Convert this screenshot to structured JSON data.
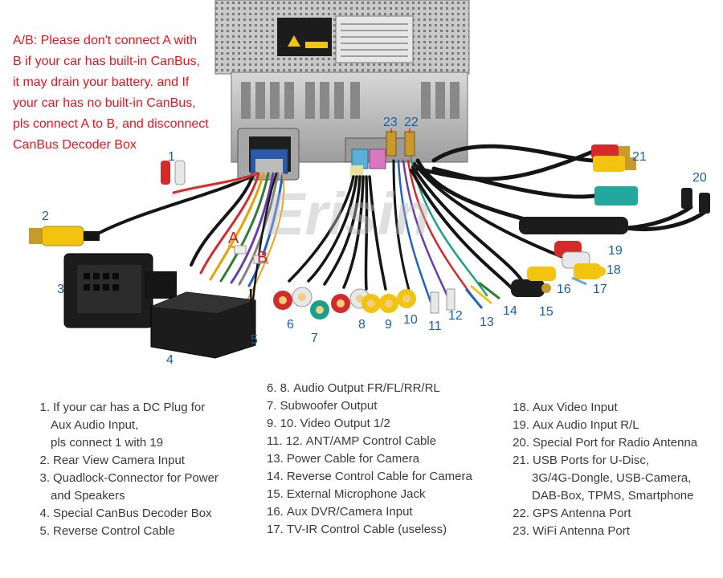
{
  "warning": {
    "lines": [
      "A/B: Please don't connect A with",
      "B if your car has built-in CanBus,",
      "it may drain your battery. and If",
      "your car has no built-in CanBus,",
      "pls connect A to B, and disconnect",
      "CanBus Decoder Box"
    ]
  },
  "watermark": "Erisin",
  "wire_labels": {
    "a": "A",
    "b": "B"
  },
  "callouts": [
    "1",
    "2",
    "3",
    "4",
    "5",
    "6",
    "7",
    "8",
    "9",
    "10",
    "11",
    "12",
    "13",
    "14",
    "15",
    "16",
    "17",
    "18",
    "19",
    "20",
    "21",
    "22",
    "23"
  ],
  "legend": {
    "col1": [
      {
        "num": "1.",
        "lines": [
          "If your car has a DC Plug for",
          "Aux Audio Input,",
          "pls connect 1 with 19"
        ]
      },
      {
        "num": "2.",
        "lines": [
          "Rear View Camera Input"
        ]
      },
      {
        "num": "3.",
        "lines": [
          "Quadlock-Connector for Power",
          "and Speakers"
        ]
      },
      {
        "num": "4.",
        "lines": [
          "Special CanBus Decoder Box"
        ]
      },
      {
        "num": "5.",
        "lines": [
          "Reverse Control Cable"
        ]
      }
    ],
    "col2": [
      {
        "num": "6. 8.",
        "lines": [
          "Audio Output FR/FL/RR/RL"
        ]
      },
      {
        "num": "7.",
        "lines": [
          "Subwoofer Output"
        ]
      },
      {
        "num": "9. 10.",
        "lines": [
          "Video Output 1/2"
        ]
      },
      {
        "num": "11. 12.",
        "lines": [
          "ANT/AMP Control Cable"
        ]
      },
      {
        "num": "13.",
        "lines": [
          "Power Cable for Camera"
        ]
      },
      {
        "num": "14.",
        "lines": [
          "Reverse Control Cable for Camera"
        ]
      },
      {
        "num": "15.",
        "lines": [
          "External Microphone Jack"
        ]
      },
      {
        "num": "16.",
        "lines": [
          "Aux DVR/Camera Input"
        ]
      },
      {
        "num": "17.",
        "lines": [
          "TV-IR Control Cable (useless)"
        ]
      }
    ],
    "col3": [
      {
        "num": "18.",
        "lines": [
          "Aux Video Input"
        ]
      },
      {
        "num": "19.",
        "lines": [
          "Aux Audio Input R/L"
        ]
      },
      {
        "num": "20.",
        "lines": [
          "Special Port for Radio Antenna"
        ]
      },
      {
        "num": "21.",
        "lines": [
          "USB Ports for U-Disc,",
          "3G/4G-Dongle, USB-Camera,",
          "DAB-Box, TPMS, Smartphone"
        ]
      },
      {
        "num": "22.",
        "lines": [
          "GPS Antenna Port"
        ]
      },
      {
        "num": "23.",
        "lines": [
          "WiFi Antenna Port"
        ]
      }
    ]
  },
  "colors": {
    "warning_text": "#e8141c",
    "callout_text": "#1a5fa8",
    "legend_text": "#3a3a3a",
    "rca_red": "#d42a2a",
    "rca_white": "#e8e8e8",
    "rca_yellow": "#f2c410",
    "rca_green": "#1aa08a",
    "usb_teal": "#23a8a0",
    "cable_black": "#151515",
    "gold": "#c89a2a"
  }
}
